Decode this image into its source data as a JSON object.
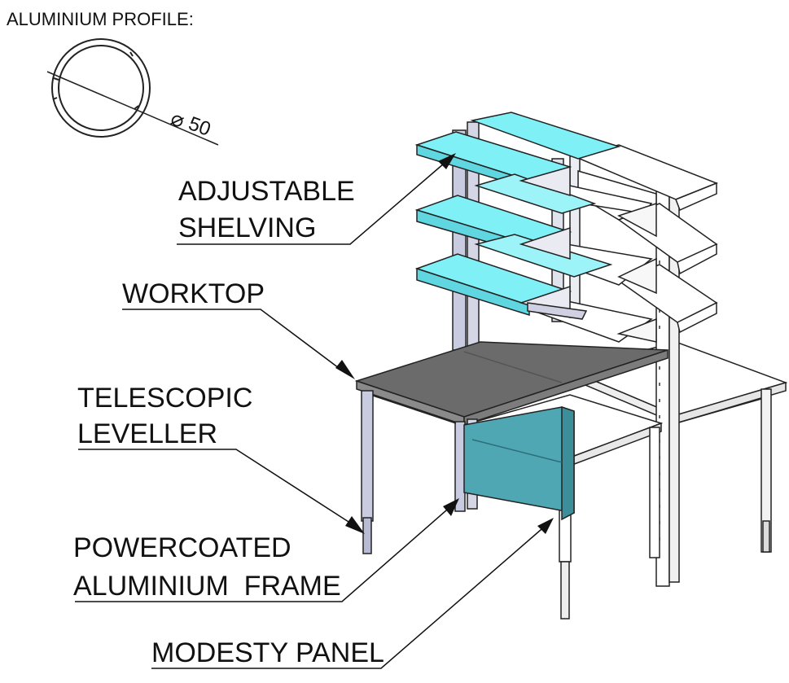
{
  "profile": {
    "title": "ALUMINIUM PROFILE:",
    "diameter_symbol": "⌀",
    "diameter_value": "50"
  },
  "callouts": {
    "shelving_line1": "ADJUSTABLE",
    "shelving_line2": "SHELVING",
    "worktop": "WORKTOP",
    "leveller_line1": "TELESCOPIC",
    "leveller_line2": "LEVELLER",
    "frame_line1": "POWERCOATED",
    "frame_line2": "ALUMINIUM  FRAME",
    "modesty_panel": "MODESTY PANEL"
  },
  "colors": {
    "shelf_fill": "#7ff0f6",
    "panel_fill": "#4fa7b4",
    "worktop_fill": "#6b6b6b",
    "frame_stroke": "#222222",
    "leg_fill": "#c9cbe0"
  }
}
